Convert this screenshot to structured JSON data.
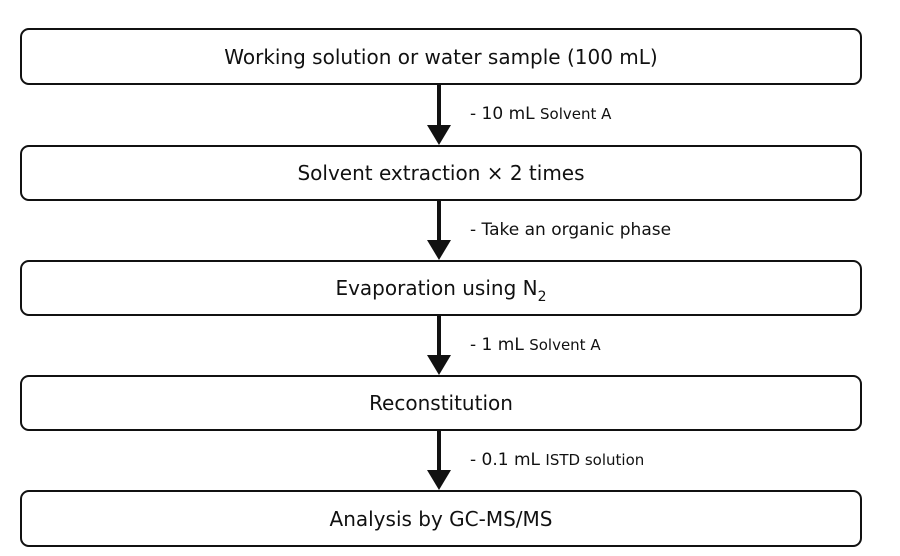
{
  "steps": [
    {
      "label": "Working solution or water sample (100 mL)"
    },
    {
      "label": "Solvent extraction × 2 times"
    },
    {
      "label": "Evaporation using N",
      "subscript": "2"
    },
    {
      "label": "Reconstitution"
    },
    {
      "label": "Analysis by GC-MS/MS"
    }
  ],
  "notes": [
    {
      "main": "- 10 mL",
      "small": "Solvent A"
    },
    {
      "main": "- Take an organic phase",
      "small": ""
    },
    {
      "main": "- 1 mL",
      "small": "Solvent A"
    },
    {
      "main": "- 0.1 mL",
      "small": "ISTD solution"
    }
  ]
}
